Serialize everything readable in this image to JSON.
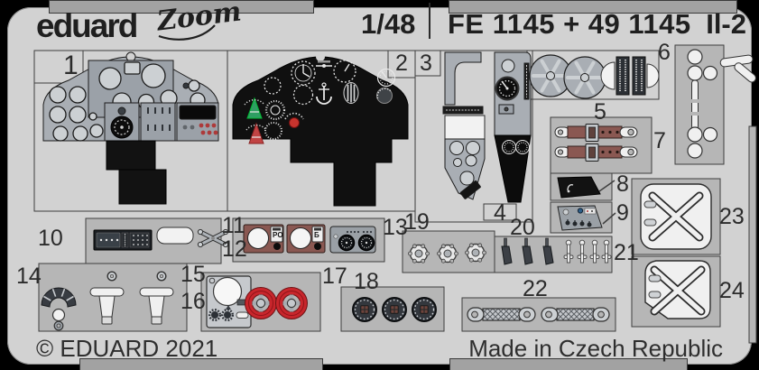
{
  "header": {
    "brand": "eduard",
    "logo_script": "Zoom",
    "scale": "1/48",
    "product_code": "FE 1145 + 49 1145",
    "subject": "Il-2"
  },
  "footer": {
    "copyright": "© EDUARD 2021",
    "made_in": "Made in Czech Republic"
  },
  "colors": {
    "photo_background": "#000000",
    "sheet": "#d2d2d2",
    "carrier_frame": "#b6b6b6",
    "bare_metal_part": "#a9aeb4",
    "painted_black_part": "#101010",
    "white_part": "#f0f0f0",
    "seatbelt_brown": "#8a5852",
    "handwheel_red": "#c8262c",
    "gauge_green": "#2f9e63",
    "gauge_red": "#c14444",
    "outline": "#3f3f3f"
  },
  "parts": [
    "1",
    "2",
    "3",
    "4",
    "5",
    "6",
    "7",
    "8",
    "9",
    "10",
    "11",
    "12",
    "13",
    "14",
    "15",
    "16",
    "17",
    "18",
    "19",
    "20",
    "21",
    "22",
    "23",
    "24"
  ],
  "part_markings": {
    "fuel_gauge_left": "PO",
    "fuel_gauge_right": "Б"
  }
}
